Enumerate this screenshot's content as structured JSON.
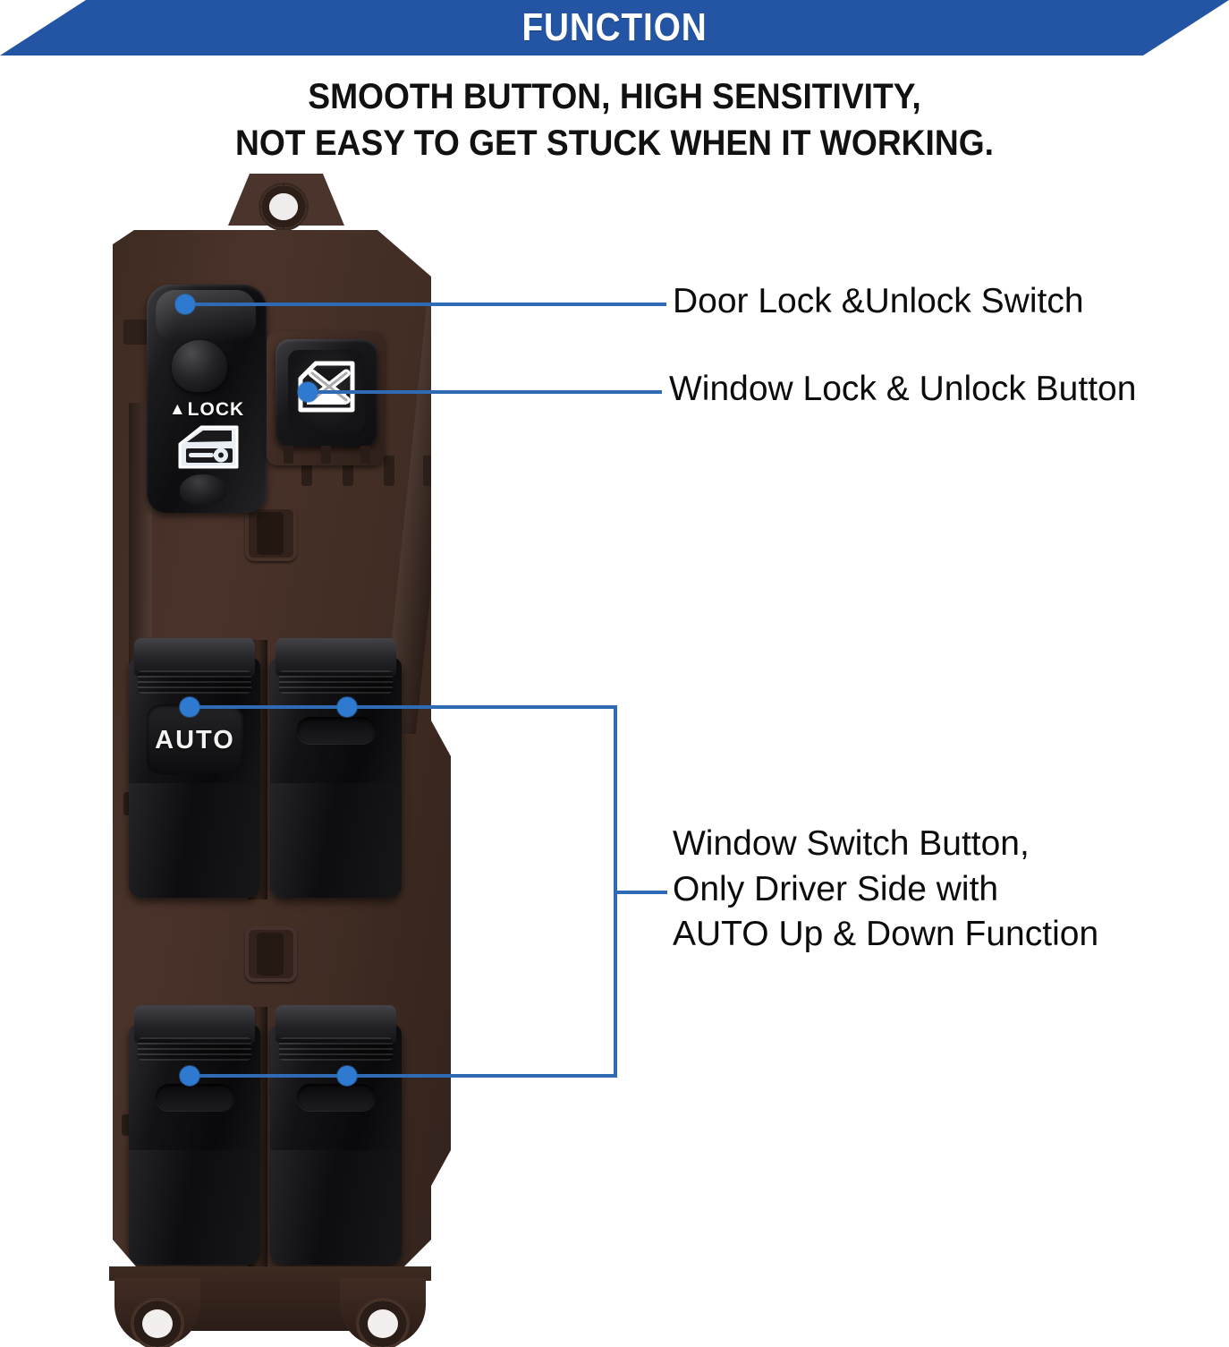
{
  "header": {
    "banner_title": "FUNCTION",
    "banner_color": "#2355a4",
    "subtitle_line1": "SMOOTH BUTTON, HIGH SENSITIVITY,",
    "subtitle_line2": "NOT EASY TO GET STUCK WHEN IT WORKING."
  },
  "product": {
    "body_color": "#3d2a21",
    "switch_color": "#101013",
    "lock_switch": {
      "label": "▲ LOCK",
      "triangle": "▲",
      "word": "LOCK",
      "icon": "car-door-key-icon"
    },
    "window_lock_button": {
      "icon": "window-crossed-out-icon"
    },
    "rockers": [
      {
        "position": "front-left",
        "label": "AUTO",
        "has_auto": true
      },
      {
        "position": "front-right",
        "label": "",
        "has_auto": false
      },
      {
        "position": "rear-left",
        "label": "",
        "has_auto": false
      },
      {
        "position": "rear-right",
        "label": "",
        "has_auto": false
      }
    ]
  },
  "callouts": {
    "accent_color": "#2f6ab5",
    "items": [
      {
        "id": "door-lock",
        "text": "Door Lock &Unlock Switch"
      },
      {
        "id": "window-lock",
        "text": "Window Lock & Unlock Button"
      },
      {
        "id": "window-switch",
        "line1": "Window Switch Button,",
        "line2": "Only Driver Side with",
        "line3": "AUTO Up & Down Function"
      }
    ]
  }
}
